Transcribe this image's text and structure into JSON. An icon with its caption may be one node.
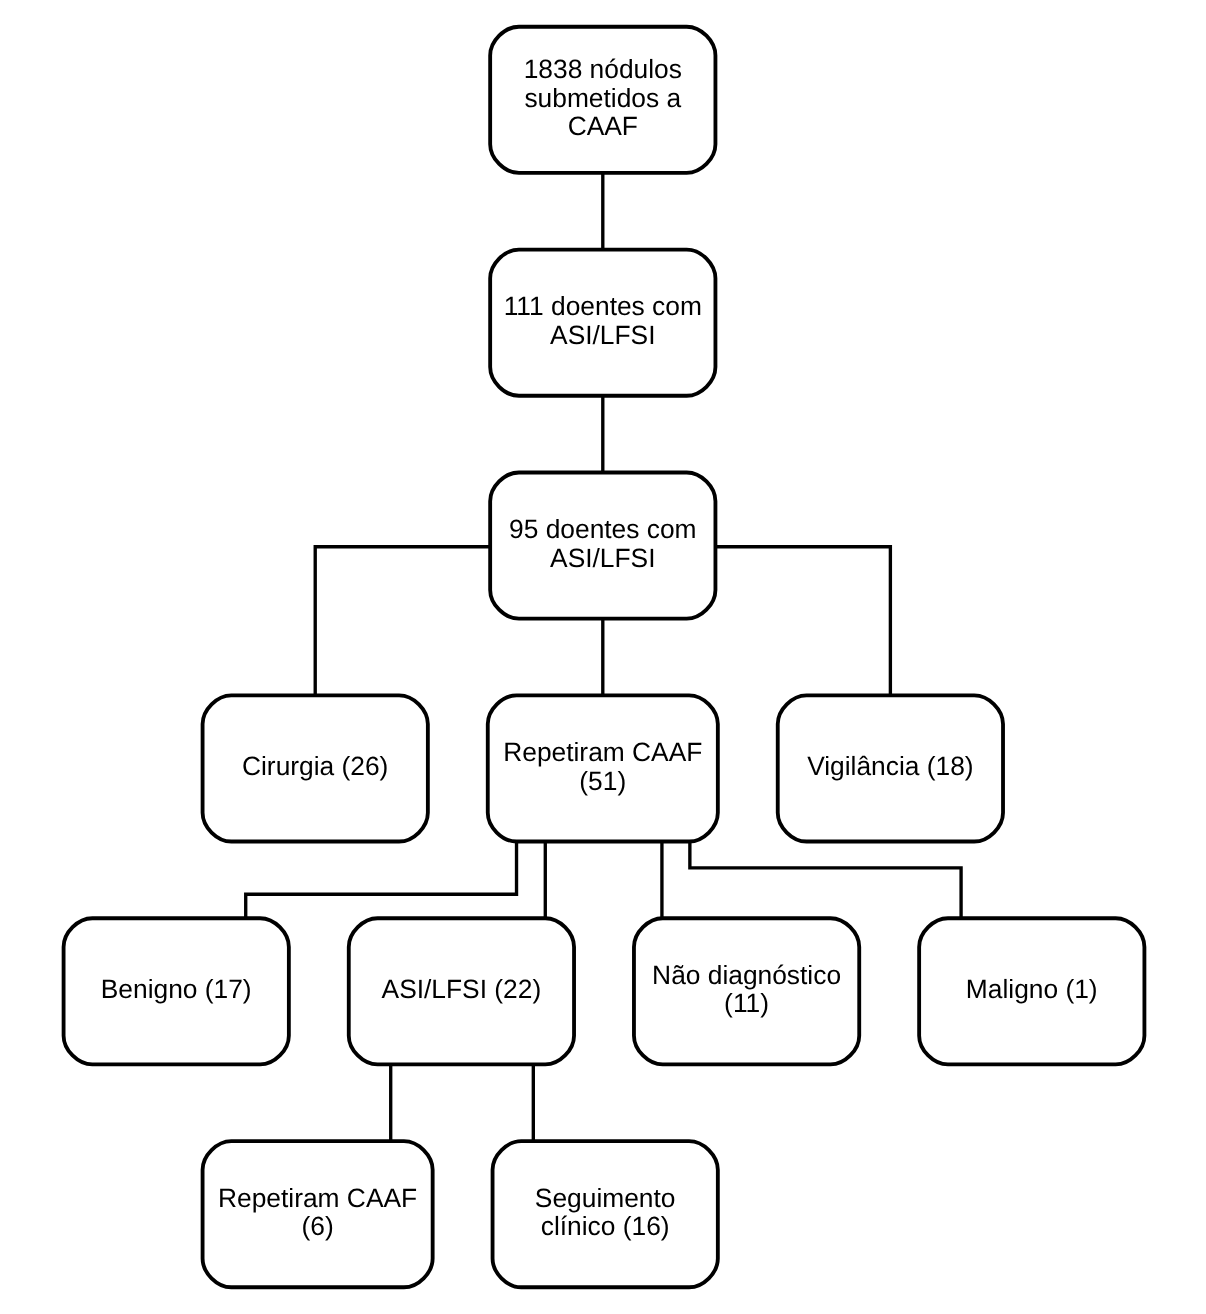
{
  "diagram": {
    "nodes": [
      {
        "text": [
          "1838 nódulos submetidos a CAAF"
        ]
      },
      {
        "text": [
          "111 doentes com ASI/LFSI"
        ]
      },
      {
        "text": [
          "95 doentes com ASI/LFSI"
        ]
      },
      {
        "text": [
          "Cirurgia (26)"
        ]
      },
      {
        "text": [
          "Repetiram CAAF (51)"
        ]
      },
      {
        "text": [
          "Vigilância (18)"
        ]
      },
      {
        "text": [
          "Benigno (17)"
        ]
      },
      {
        "text": [
          "ASI/LFSI (22)"
        ]
      },
      {
        "text": [
          "Não diagnóstico (11)"
        ]
      },
      {
        "text": [
          "Maligno (1)"
        ]
      },
      {
        "text": [
          "Repetiram CAAF (6)"
        ]
      },
      {
        "text": [
          "Seguimento clínico (16)"
        ]
      }
    ],
    "edges": [
      {
        "from": 0,
        "to": 1,
        "arrow": "none"
      },
      {
        "from": 1,
        "to": 2,
        "arrow": "none"
      },
      {
        "from": 2,
        "to": 3,
        "arrow": "none"
      },
      {
        "from": 2,
        "to": 4,
        "arrow": "none"
      },
      {
        "from": 2,
        "to": 5,
        "arrow": "none"
      },
      {
        "from": 4,
        "to": 6,
        "arrow": "none"
      },
      {
        "from": 4,
        "to": 7,
        "arrow": "none"
      },
      {
        "from": 4,
        "to": 8,
        "arrow": "none"
      },
      {
        "from": 4,
        "to": 9,
        "arrow": "none"
      },
      {
        "from": 7,
        "to": 10,
        "arrow": "none"
      },
      {
        "from": 7,
        "to": 11,
        "arrow": "none"
      }
    ]
  }
}
